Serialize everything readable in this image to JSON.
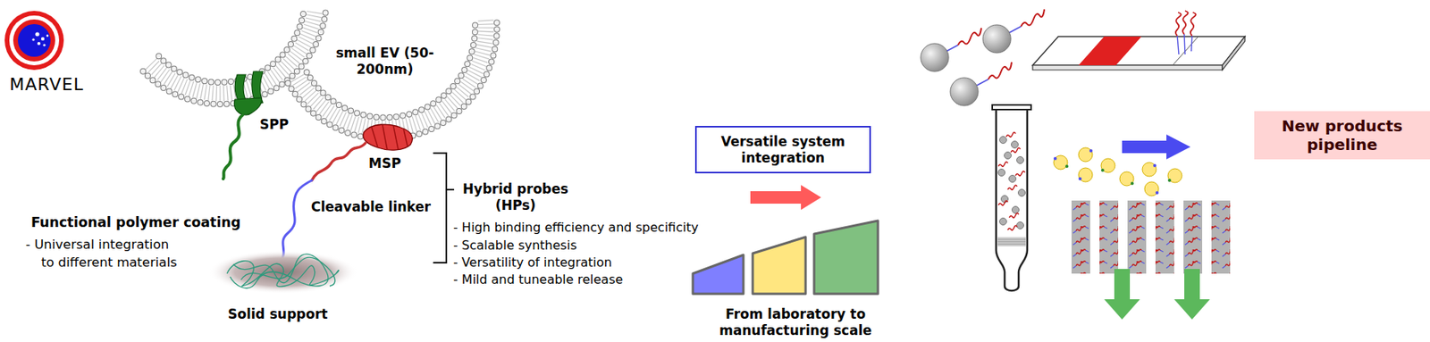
{
  "diagram": {
    "nodes": [
      {
        "text": [
          "Versatile system integration"
        ]
      },
      {
        "text": [
          "New products pipeline"
        ]
      }
    ],
    "labels": [
      "MARVEL",
      "SPP",
      "small EV (50-200nm)",
      "MSP",
      "Cleavable linker",
      "Hybrid probes (HPs)",
      "- High binding efficiency and specificity",
      "- Scalable synthesis",
      "- Versatility of integration",
      "- Mild and tuneable release",
      "Functional polymer coating",
      "- Universal integration to different materials",
      "Solid support",
      "From laboratory to manufacturing scale"
    ]
  }
}
